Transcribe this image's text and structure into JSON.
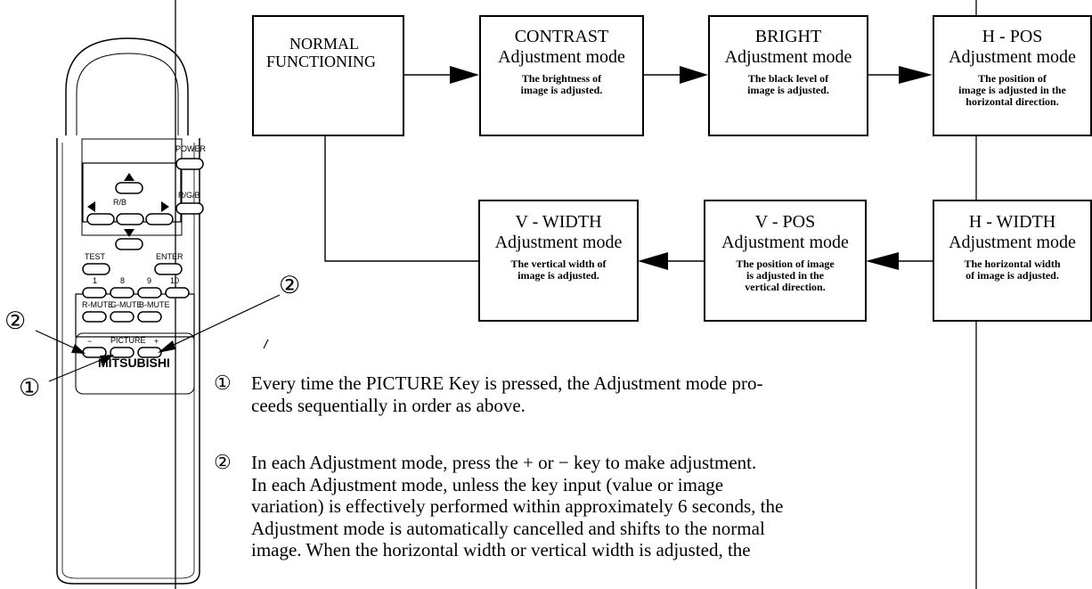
{
  "flow": {
    "normal": {
      "line1": "NORMAL",
      "line2": "FUNCTIONING"
    },
    "modes": [
      {
        "id": "contrast",
        "name": "CONTRAST",
        "mode": "Adjustment mode",
        "desc1": "The brightness of",
        "desc2": "image is adjusted.",
        "desc3": ""
      },
      {
        "id": "bright",
        "name": "BRIGHT",
        "mode": "Adjustment mode",
        "desc1": "The black level of",
        "desc2": "image is adjusted.",
        "desc3": ""
      },
      {
        "id": "hpos",
        "name": "H - POS",
        "mode": "Adjustment mode",
        "desc1": "The position of",
        "desc2": "image is adjusted in the",
        "desc3": "horizontal direction."
      },
      {
        "id": "hwidth",
        "name": "H - WIDTH",
        "mode": "Adjustment mode",
        "desc1": "The horizontal width",
        "desc2": "of image is adjusted.",
        "desc3": ""
      },
      {
        "id": "vpos",
        "name": "V - POS",
        "mode": "Adjustment mode",
        "desc1": "The position of image",
        "desc2": "is adjusted in the",
        "desc3": "vertical direction."
      },
      {
        "id": "vwidth",
        "name": "V - WIDTH",
        "mode": "Adjustment mode",
        "desc1": "The vertical width of",
        "desc2": "image is adjusted.",
        "desc3": ""
      }
    ]
  },
  "remote": {
    "brand": "MITSUBISHI",
    "buttons": {
      "power": "POWER",
      "rb": "R/B",
      "rgb": "R/G/B",
      "test": "TEST",
      "enter": "ENTER",
      "n1": "1",
      "n8": "8",
      "n9": "9",
      "n10": "10",
      "rmute": "R-MUTE",
      "gmute": "G-MUTE",
      "bmute": "B-MUTE",
      "minus": "−",
      "picture": "PICTURE",
      "plus": "+"
    },
    "callouts": {
      "c1": "①",
      "c2": "②"
    }
  },
  "notes": [
    {
      "num": "①",
      "lines": [
        "Every time the PICTURE Key is pressed, the Adjustment mode pro-",
        "ceeds sequentially in order as above."
      ]
    },
    {
      "num": "②",
      "lines": [
        "In each Adjustment mode, press the + or − key to make adjustment.",
        "In each Adjustment mode, unless the key input (value or image",
        "variation) is effectively performed within approximately 6 seconds, the",
        "Adjustment mode is automatically cancelled and shifts to the normal",
        "image. When the horizontal width or vertical width is adjusted, the"
      ]
    }
  ]
}
